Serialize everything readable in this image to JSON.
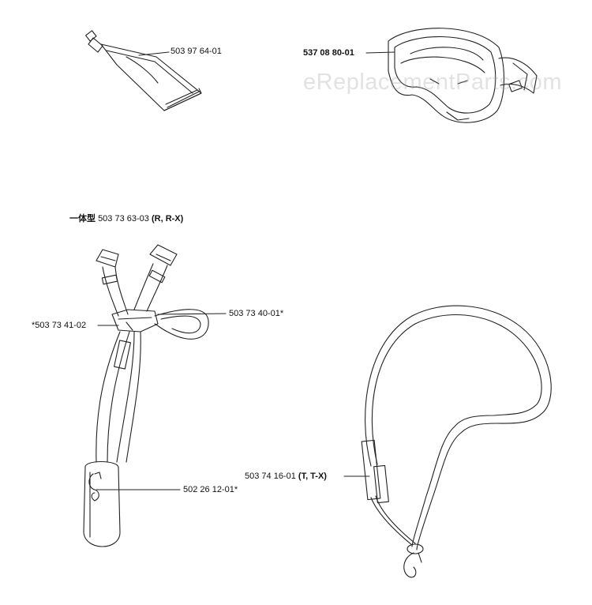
{
  "watermark": "eReplacementParts.com",
  "parts": {
    "grease_tube": {
      "number": "503 97 64-01"
    },
    "goggles": {
      "number": "537 08 80-01"
    },
    "harness_title": {
      "prefix": "一体型",
      "number": "503 73 63-03",
      "suffix": "(R, R-X)"
    },
    "harness_pad": {
      "number": "503 73 40-01*"
    },
    "harness_buckle": {
      "number": "*503 73 41-02"
    },
    "harness_hook": {
      "number": "502 26 12-01*"
    },
    "shoulder_strap": {
      "number": "503 74 16-01",
      "suffix": "(T, T-X)"
    }
  }
}
